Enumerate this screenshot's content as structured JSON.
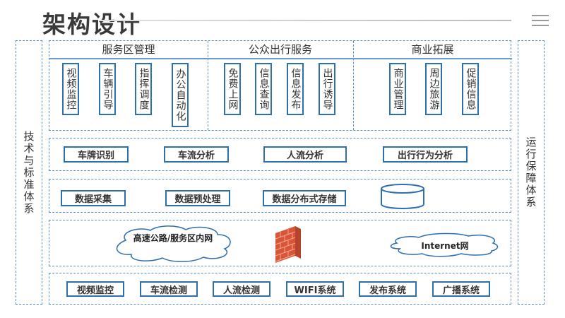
{
  "header": {
    "title": "架构设计",
    "menu_icon": "hamburger-menu-icon"
  },
  "side_left": {
    "label": "技术与标准体系"
  },
  "side_right": {
    "label": "运行保障体系"
  },
  "application_layer": {
    "columns": [
      {
        "title": "服务区管理",
        "items": [
          "视频监控",
          "车辆引导",
          "指挥调度",
          "办公自动化"
        ]
      },
      {
        "title": "公众出行服务",
        "items": [
          "免费上网",
          "信息查询",
          "信息发布",
          "出行诱导"
        ]
      },
      {
        "title": "商业拓展",
        "items": [
          "商业管理",
          "周边旅游",
          "促销信息"
        ]
      }
    ]
  },
  "analysis_layer": {
    "items": [
      "车牌识别",
      "车流分析",
      "人流分析",
      "出行行为分析"
    ]
  },
  "data_layer": {
    "items": [
      "数据采集",
      "数据预处理",
      "数据分布式存储"
    ],
    "icon": "database-cylinder-icon"
  },
  "network_layer": {
    "intranet_label": "高速公路/服务区内网",
    "firewall_icon": "firewall-icon",
    "internet_label": "Internet网"
  },
  "device_layer": {
    "items": [
      "视频监控",
      "车流检测",
      "人流检测",
      "WIFI系统",
      "发布系统",
      "广播系统"
    ]
  },
  "colors": {
    "box_border": "#2e6fb0",
    "dashed_border": "#5b8fc7",
    "header_line": "#6e9bcf",
    "firewall": "#d9553a"
  }
}
